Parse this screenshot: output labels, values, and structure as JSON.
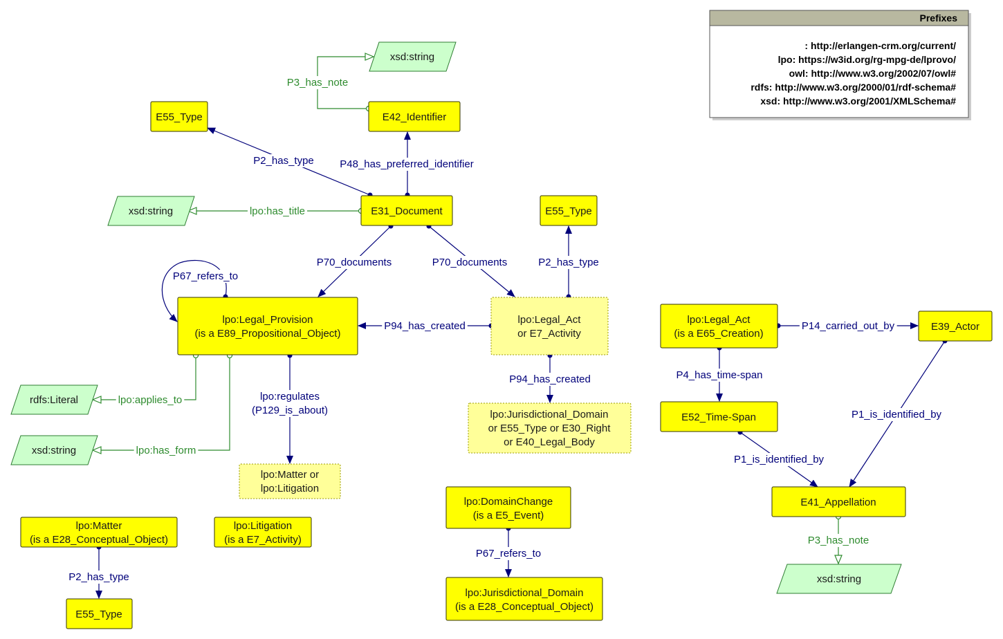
{
  "colors": {
    "class_fill": "#ffff00",
    "class_border": "#333300",
    "alt_fill": "#ffff99",
    "literal_fill": "#ccffcc",
    "literal_border": "#2e7d32",
    "object_edge": "#00007a",
    "datatype_edge": "#2e8b2e",
    "prefix_header": "#b8b8a0"
  },
  "prefixes": {
    "title": "Prefixes",
    "lines": [
      ": http://erlangen-crm.org/current/",
      "lpo: https://w3id.org/rg-mpg-de/lprovo/",
      "owl: http://www.w3.org/2002/07/owl#",
      "rdfs: http://www.w3.org/2000/01/rdf-schema#",
      "xsd: http://www.w3.org/2001/XMLSchema#"
    ]
  },
  "nodes": {
    "e55_type_top": [
      "E55_Type"
    ],
    "e42_identifier": [
      "E42_Identifier"
    ],
    "xsd_string_top": [
      "xsd:string"
    ],
    "xsd_string_title": [
      "xsd:string"
    ],
    "e31_document": [
      "E31_Document"
    ],
    "e55_type_right": [
      "E55_Type"
    ],
    "legal_provision": [
      "lpo:Legal_Provision",
      "(is a E89_Propositional_Object)"
    ],
    "legal_act_or_activity": [
      "lpo:Legal_Act",
      "or E7_Activity"
    ],
    "rdfs_literal": [
      "rdfs:Literal"
    ],
    "xsd_string_form": [
      "xsd:string"
    ],
    "jurisdictional_domain_alt": [
      "lpo:Jurisdictional_Domain",
      "or E55_Type or E30_Right",
      "or E40_Legal_Body"
    ],
    "matter_or_litigation": [
      "lpo:Matter or",
      "lpo:Litigation"
    ],
    "legal_act_creation": [
      "lpo:Legal_Act",
      "(is a E65_Creation)"
    ],
    "e39_actor": [
      "E39_Actor"
    ],
    "e52_time_span": [
      "E52_Time-Span"
    ],
    "e41_appellation": [
      "E41_Appellation"
    ],
    "xsd_string_note": [
      "xsd:string"
    ],
    "domain_change": [
      "lpo:DomainChange",
      "(is a E5_Event)"
    ],
    "jurisdictional_domain": [
      "lpo:Jurisdictional_Domain",
      "(is a E28_Conceptual_Object)"
    ],
    "matter": [
      "lpo:Matter",
      "(is a E28_Conceptual_Object)"
    ],
    "litigation": [
      "lpo:Litigation",
      "(is a E7_Activity)"
    ],
    "e55_type_bottom": [
      "E55_Type"
    ]
  },
  "edges": {
    "p3_has_note_top": [
      "P3_has_note"
    ],
    "p2_has_type_left": [
      "P2_has_type"
    ],
    "p48_has_preferred_identifier": [
      "P48_has_preferred_identifier"
    ],
    "has_title": [
      "lpo:has_title"
    ],
    "p70_documents_left": [
      "P70_documents"
    ],
    "p70_documents_right": [
      "P70_documents"
    ],
    "p2_has_type_right": [
      "P2_has_type"
    ],
    "p67_refers_to_self": [
      "P67_refers_to"
    ],
    "p94_has_created_left": [
      "P94_has_created"
    ],
    "p94_has_created_down": [
      "P94_has_created"
    ],
    "applies_to": [
      "lpo:applies_to"
    ],
    "has_form": [
      "lpo:has_form"
    ],
    "regulates": [
      "lpo:regulates",
      "(P129_is_about)"
    ],
    "p14_carried_out_by": [
      "P14_carried_out_by"
    ],
    "p4_has_time_span": [
      "P4_has_time-span"
    ],
    "p1_is_identified_by_left": [
      "P1_is_identified_by"
    ],
    "p1_is_identified_by_right": [
      "P1_is_identified_by"
    ],
    "p3_has_note_bottom": [
      "P3_has_note"
    ],
    "p67_refers_to_bottom": [
      "P67_refers_to"
    ],
    "p2_has_type_bottom": [
      "P2_has_type"
    ]
  }
}
